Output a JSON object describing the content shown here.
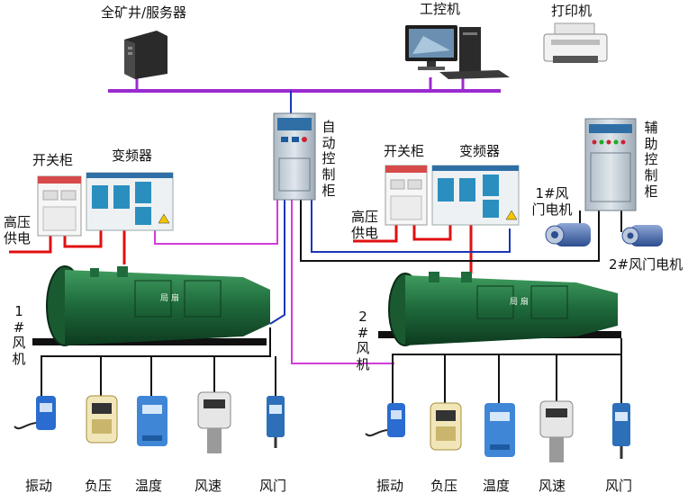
{
  "labels": {
    "server": "全矿井/服务器",
    "ipc": "工控机",
    "printer": "打印机",
    "auto_cabinet": "自动控制柜",
    "switch_cabinet_1": "开关柜",
    "vfd_1": "变频器",
    "hv_supply_1": "高压供电",
    "switch_cabinet_2": "开关柜",
    "vfd_2": "变频器",
    "hv_supply_2": "高压供电",
    "aux_cabinet": "辅助控制柜",
    "damper_motor_1": "1#风门电机",
    "damper_motor_2": "2#风门电机",
    "fan_1": "1#风机",
    "fan_2": "2#风机",
    "fan_1_plate": "局 扇",
    "fan_2_plate": "局 扇",
    "sensors_1": [
      "振动",
      "负压",
      "温度",
      "风速",
      "风门"
    ],
    "sensors_2": [
      "振动",
      "负压",
      "温度",
      "风速",
      "风门"
    ]
  },
  "colors": {
    "network_bus": "#9b2ad1",
    "signal_line": "#d23cd6",
    "power_line": "#e01010",
    "control_line": "#1a36b5",
    "sensor_line": "#111111",
    "fan_body": "#1f6b3c",
    "cabinet": "#c9d3dc"
  }
}
